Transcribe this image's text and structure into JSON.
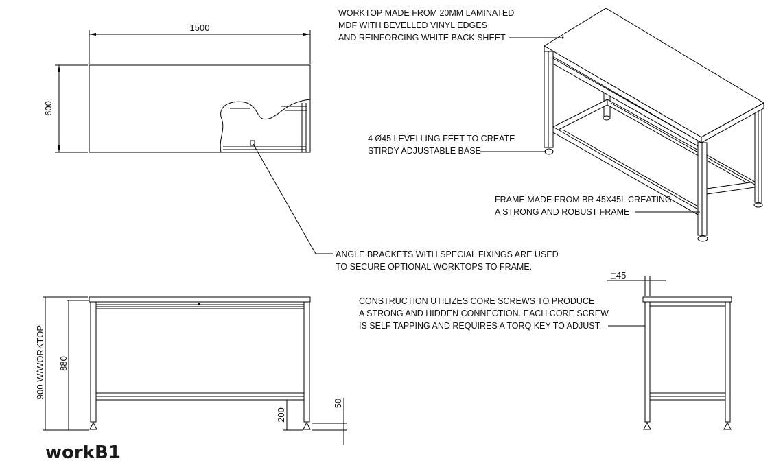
{
  "title": "workB1",
  "dimensions": {
    "top_width": "1500",
    "top_depth": "600",
    "height_with_worktop": "900 W/WORKTOP",
    "frame_height": "880",
    "lower_rail_height": "200",
    "foot_adjust": "50",
    "profile_size": "□45"
  },
  "notes": {
    "worktop": [
      "WORKTOP MADE FROM 20MM LAMINATED",
      "MDF WITH BEVELLED VINYL EDGES",
      "AND REINFORCING WHITE BACK SHEET"
    ],
    "feet": [
      "4 Ø45 LEVELLING FEET TO CREATE",
      "STIRDY ADJUSTABLE BASE"
    ],
    "frame": [
      "FRAME MADE FROM BR 45X45L CREATING",
      "A STRONG AND ROBUST FRAME"
    ],
    "brackets": [
      "ANGLE BRACKETS WITH SPECIAL FIXINGS ARE USED",
      "TO SECURE OPTIONAL WORKTOPS TO FRAME."
    ],
    "screws": [
      "CONSTRUCTION UTILIZES CORE SCREWS TO PRODUCE",
      "A STRONG AND HIDDEN CONNECTION. EACH CORE SCREW",
      "IS SELF TAPPING AND REQUIRES A TORQ KEY TO ADJUST."
    ]
  }
}
